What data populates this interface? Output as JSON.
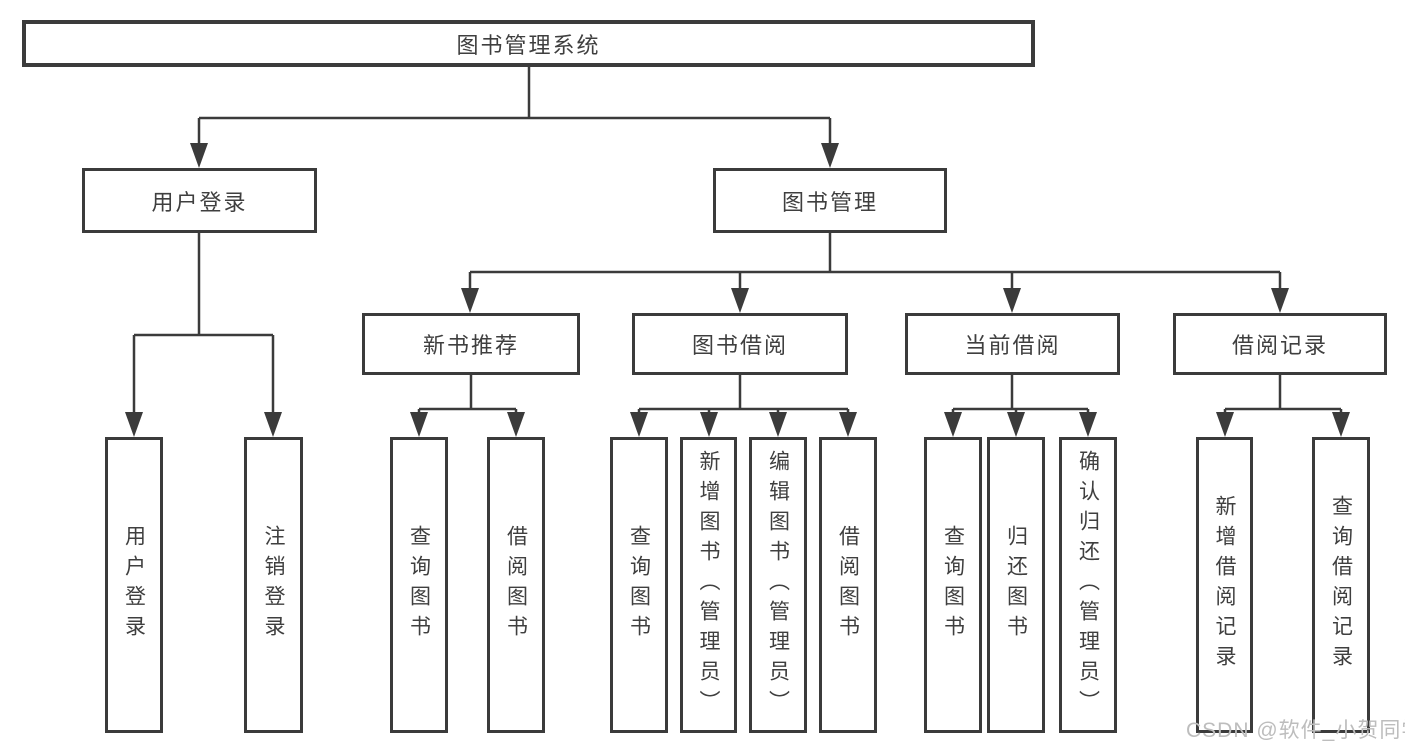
{
  "diagram_title": "图书管理系统",
  "tree": {
    "label": "图书管理系统",
    "children": [
      {
        "label": "用户登录",
        "children": [
          {
            "label": "用户登录"
          },
          {
            "label": "注销登录"
          }
        ]
      },
      {
        "label": "图书管理",
        "children": [
          {
            "label": "新书推荐",
            "children": [
              {
                "label": "查询图书"
              },
              {
                "label": "借阅图书"
              }
            ]
          },
          {
            "label": "图书借阅",
            "children": [
              {
                "label": "查询图书"
              },
              {
                "label": "新增图书（管理员）"
              },
              {
                "label": "编辑图书（管理员）"
              },
              {
                "label": "借阅图书"
              }
            ]
          },
          {
            "label": "当前借阅",
            "children": [
              {
                "label": "查询图书"
              },
              {
                "label": "归还图书"
              },
              {
                "label": "确认归还（管理员）"
              }
            ]
          },
          {
            "label": "借阅记录",
            "children": [
              {
                "label": "新增借阅记录"
              },
              {
                "label": "查询借阅记录"
              }
            ]
          }
        ]
      }
    ]
  },
  "watermark": "CSDN @软件_小贺同学",
  "colors": {
    "line": "#3b3b3b",
    "text": "#3f3f3f",
    "watermark": "#bdbdbd",
    "background": "#ffffff"
  }
}
